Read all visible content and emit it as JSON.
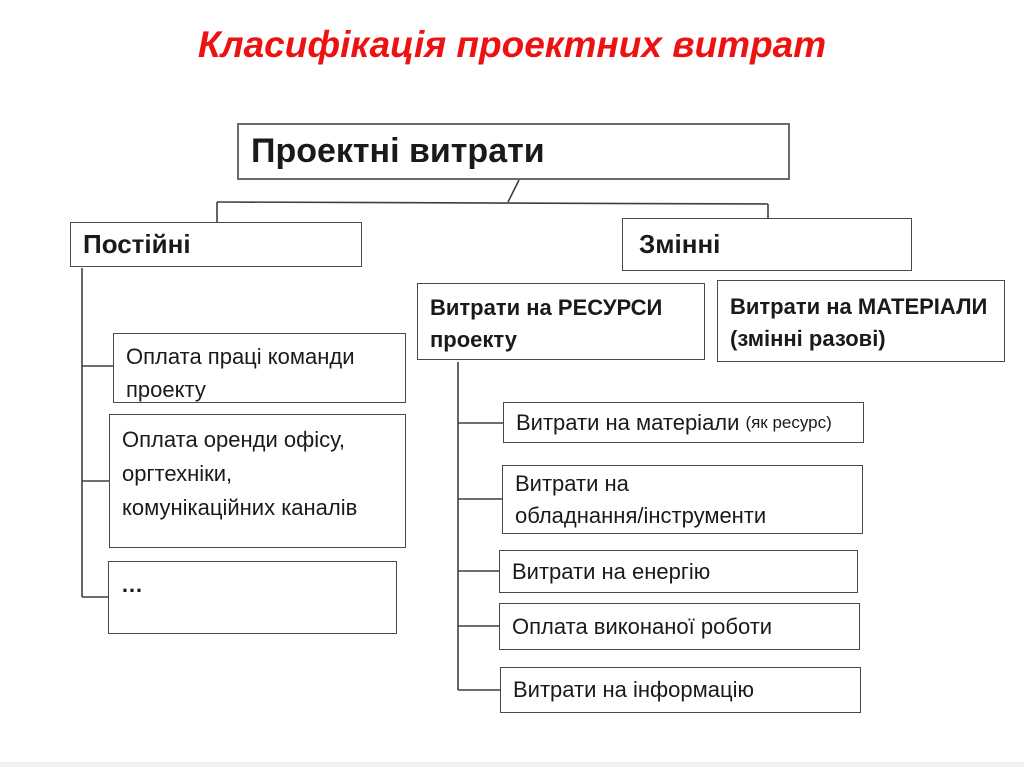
{
  "title": {
    "text": "Класифікація проектних витрат"
  },
  "colors": {
    "title": "#ee1111",
    "box_border": "#4a4a4a",
    "root_border": "#6a6a6a",
    "text": "#1a1a1a",
    "connector": "#3f3f3f",
    "footer_strip": "#f0f0f0",
    "background": "#ffffff"
  },
  "nodes": {
    "root": {
      "label": "Проектні витрати"
    },
    "fixed": {
      "label": "Постійні"
    },
    "variable": {
      "label": "Змінні"
    },
    "resources": {
      "label": "Витрати на РЕСУРСИ\nпроекту"
    },
    "materials": {
      "label": "Витрати на МАТЕРІАЛИ\n(змінні разові)"
    },
    "team_pay": {
      "label": "Оплата праці команди\nпроекту"
    },
    "office_rent": {
      "label": "Оплата оренди офісу,\nоргтехніки,\nкомунікаційних каналів"
    },
    "ellipsis": {
      "label": "…"
    },
    "mat_as_resource": {
      "label": "Витрати на матеріали",
      "note": "(як ресурс)"
    },
    "equipment": {
      "label": "Витрати на\nобладнання/інструменти"
    },
    "energy": {
      "label": "Витрати на енергію"
    },
    "work_payment": {
      "label": "Оплата виконаної роботи"
    },
    "information": {
      "label": "Витрати на інформацію"
    }
  }
}
